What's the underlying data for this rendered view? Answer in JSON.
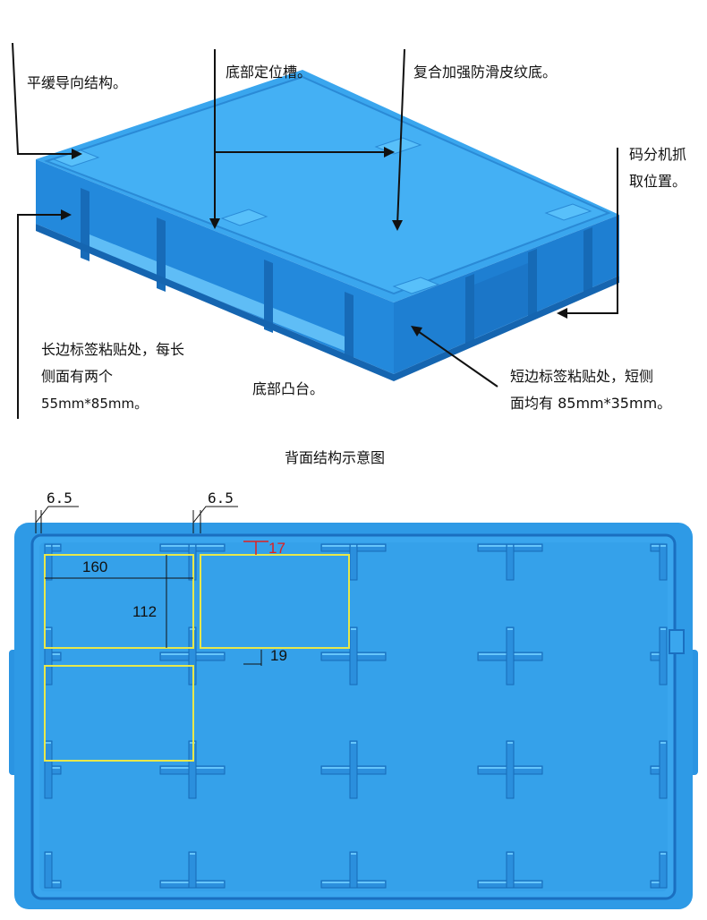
{
  "annotations": {
    "top_left": "平缓导向结构。",
    "top_middle": "底部定位槽。",
    "top_right": "复合加强防滑皮纹底。",
    "right_line1": "码分机抓",
    "right_line2": "取位置。",
    "long_side_line1": "长边标签粘贴处，每长",
    "long_side_line2": "侧面有两个",
    "long_side_line3": "55mm*85mm。",
    "bottom_boss": "底部凸台。",
    "short_side_line1": "短边标签粘贴处，短侧",
    "short_side_line2": "面均有 85mm*35mm。"
  },
  "caption": "背面结构示意图",
  "dimensions": {
    "left_gap": "6.5",
    "second_gap": "6.5",
    "width": "160",
    "height": "112",
    "top_offset": "17",
    "bottom_offset": "19"
  },
  "colors": {
    "crate_blue": "#2f9be6",
    "crate_dark": "#1a6fc0",
    "crate_light": "#4fb3f2",
    "label_outline": "#e8e84a",
    "dimension_red": "#e02020"
  }
}
